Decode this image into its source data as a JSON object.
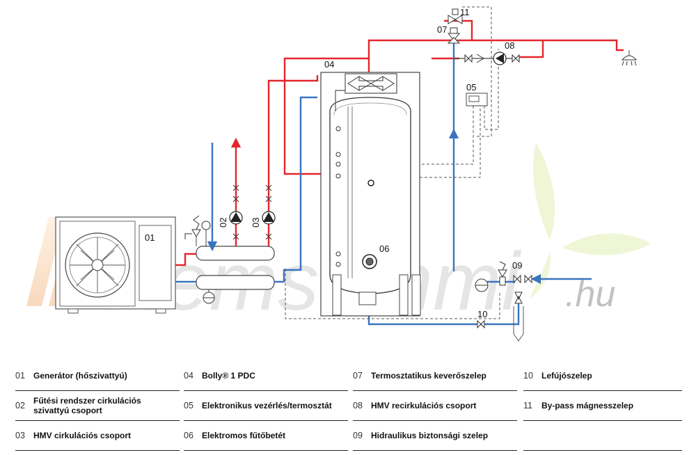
{
  "diagram": {
    "labels": {
      "l01": "01",
      "l02": "02",
      "l03": "03",
      "l04": "04",
      "l05": "05",
      "l06": "06",
      "l07": "07",
      "l08": "08",
      "l09": "09",
      "l10": "10",
      "l11": "11"
    },
    "watermark": {
      "brand": "Nemsemmi",
      "tld": ".hu"
    },
    "colors": {
      "hot": "#e4262b",
      "cold": "#3a73bf",
      "control": "#555555"
    }
  },
  "legend": {
    "rows": [
      [
        {
          "num": "01",
          "text": "Generátor (hőszivattyú)"
        },
        {
          "num": "04",
          "text": "Bolly® 1 PDC"
        },
        {
          "num": "07",
          "text": "Termosztatikus keverőszelep"
        },
        {
          "num": "10",
          "text": "Lefújószelep"
        }
      ],
      [
        {
          "num": "02",
          "text": "Fűtési rendszer cirkulációs szivattyú csoport"
        },
        {
          "num": "05",
          "text": "Elektronikus vezérlés/termosztát"
        },
        {
          "num": "08",
          "text": "HMV recirkulációs csoport"
        },
        {
          "num": "11",
          "text": "By-pass mágnesszelep"
        }
      ],
      [
        {
          "num": "03",
          "text": "HMV cirkulációs csoport"
        },
        {
          "num": "06",
          "text": "Elektromos fűtőbetét"
        },
        {
          "num": "09",
          "text": "Hidraulikus biztonsági szelep"
        },
        {
          "num": "",
          "text": ""
        }
      ]
    ]
  }
}
